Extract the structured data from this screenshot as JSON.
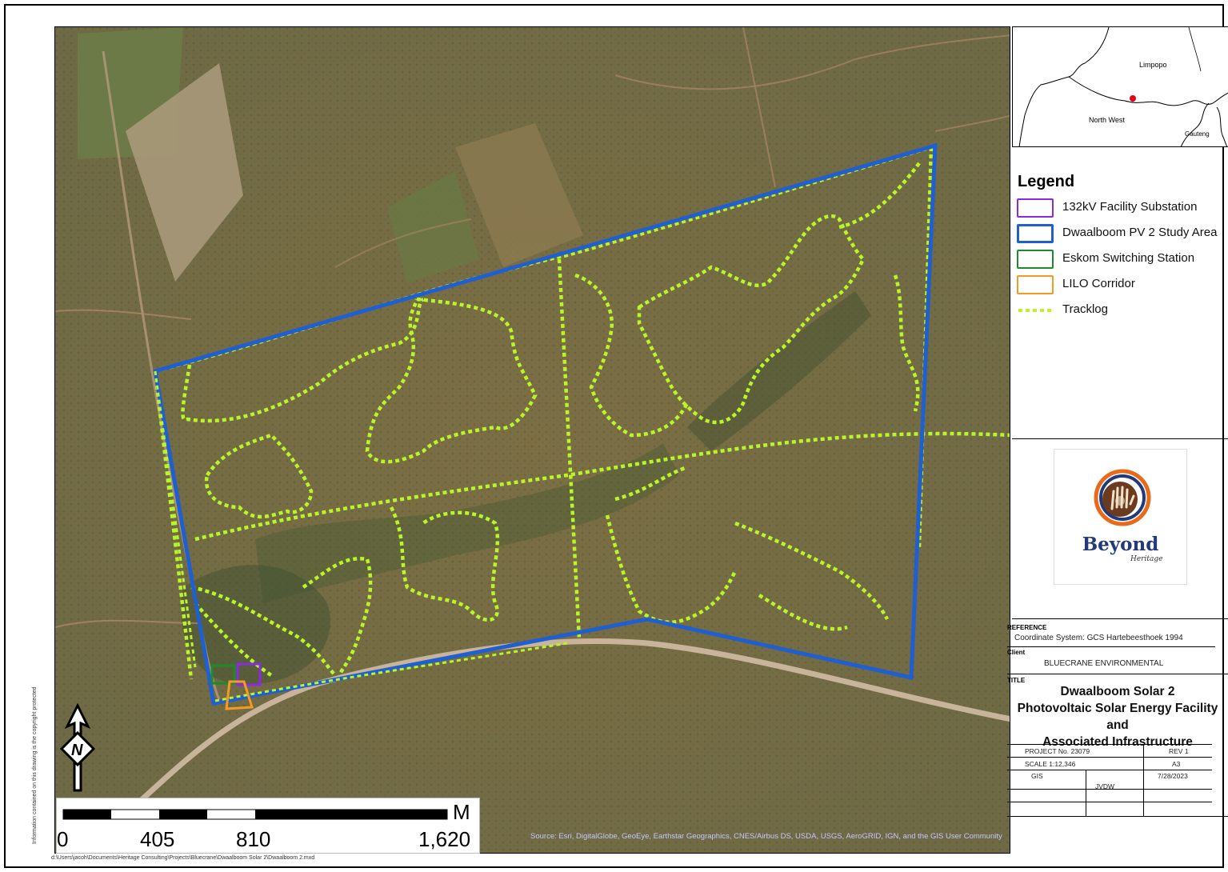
{
  "inset_map": {
    "labels": [
      "Limpopo",
      "North West",
      "Gauteng"
    ],
    "marker_color": "#e0001b"
  },
  "legend": {
    "title": "Legend",
    "items": [
      {
        "label": "132kV Facility Substation",
        "color": "#8a2be2",
        "style": "outline"
      },
      {
        "label": "Dwaalboom PV 2 Study Area",
        "color": "#1f5fd0",
        "style": "outline"
      },
      {
        "label": "Eskom Switching Station",
        "color": "#1e8b2a",
        "style": "outline"
      },
      {
        "label": "LILO Corridor",
        "color": "#f59a23",
        "style": "outline"
      },
      {
        "label": "Tracklog",
        "color": "#b8f52a",
        "style": "dotted-line"
      }
    ]
  },
  "logo": {
    "name": "Beyond",
    "tagline": "Heritage"
  },
  "title_block": {
    "reference_header": "REFERENCE",
    "coordinate_system": "Coordinate System: GCS Hartebeesthoek 1994",
    "client_header": "Client",
    "client": "BLUECRANE ENVIRONMENTAL",
    "title_header": "TITLE",
    "title_lines": [
      "Dwaalboom Solar 2",
      "Photovoltaic Solar Energy Facility and",
      "Associated Infrastructure"
    ],
    "project_no": "PROJECT No. 23079",
    "rev": "REV 1",
    "scale": "SCALE  1:12,346",
    "paper": "A3",
    "gis": "GIS",
    "date": "7/28/2023",
    "drawn_by": "JVDW"
  },
  "scale_bar": {
    "unit": "M",
    "ticks": [
      "0",
      "405",
      "810",
      "1,620"
    ]
  },
  "north_arrow": {
    "label": "N"
  },
  "attribution": "Source: Esri, DigitalGlobe, GeoEye, Earthstar Geographics, CNES/Airbus DS, USDA, USGS, AeroGRID, IGN, and the GIS User Community",
  "file_path": "d:\\Users\\jacoh\\Documents\\Heritage Consulting\\Projects\\Bluecrane\\Dwaalboom Solar 2\\Dwaalboom 2.mxd",
  "copyright_note": "Information contained on this drawing is the copyright protected",
  "colors": {
    "study_area": "#1f5fd0",
    "tracklog": "#b8f52a",
    "substation": "#8a2be2",
    "switching": "#1e8b2a",
    "lilo": "#f59a23",
    "imagery_base": "#8a7a4e"
  }
}
